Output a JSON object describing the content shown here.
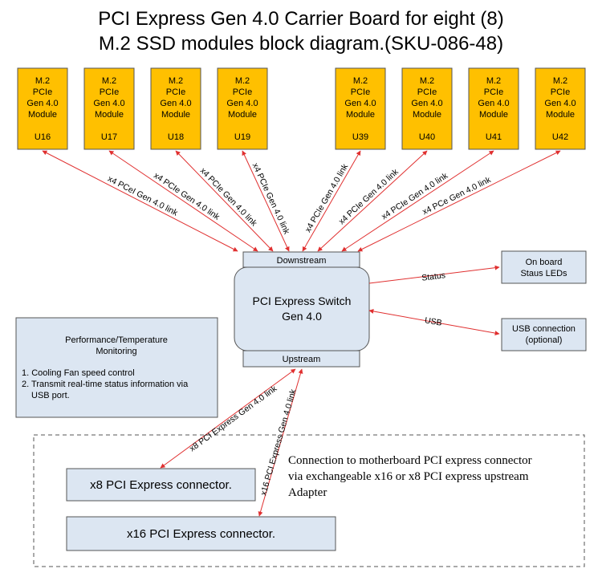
{
  "title": {
    "line1": "PCI Express Gen 4.0 Carrier Board for eight (8)",
    "line2": "M.2 SSD modules block diagram.(SKU-086-48)"
  },
  "modules": [
    {
      "lines": [
        "M.2",
        "PCIe",
        "Gen 4.0",
        "Module"
      ],
      "id": "U16",
      "link": "x4 PCeI Gen 4.0 link"
    },
    {
      "lines": [
        "M.2",
        "PCIe",
        "Gen 4.0",
        "Module"
      ],
      "id": "U17",
      "link": "x4 PCIe Gen 4.0 link"
    },
    {
      "lines": [
        "M.2",
        "PCIe",
        "Gen 4.0",
        "Module"
      ],
      "id": "U18",
      "link": "x4 PCIe Gen 4.0 link"
    },
    {
      "lines": [
        "M.2",
        "PCIe",
        "Gen 4.0",
        "Module"
      ],
      "id": "U19",
      "link": "x4 PCIe Gen 4.0 link"
    },
    {
      "lines": [
        "M.2",
        "PCIe",
        "Gen 4.0",
        "Module"
      ],
      "id": "U39",
      "link": "x4 PCIe Gen 4.0 link"
    },
    {
      "lines": [
        "M.2",
        "PCIe",
        "Gen 4.0",
        "Module"
      ],
      "id": "U40",
      "link": "x4 PCIe Gen 4.0 link"
    },
    {
      "lines": [
        "M.2",
        "PCIe",
        "Gen 4.0",
        "Module"
      ],
      "id": "U41",
      "link": "x4 PCIe Gen 4.0 link"
    },
    {
      "lines": [
        "M.2",
        "PCIe",
        "Gen 4.0",
        "Module"
      ],
      "id": "U42",
      "link": "x4 PCe Gen 4.0 link"
    }
  ],
  "switch": {
    "downstream": "Downstream",
    "upstream": "Upstream",
    "line1": "PCI Express Switch",
    "line2": "Gen 4.0"
  },
  "status_link": "Status",
  "usb_link": "USB",
  "leds_box": {
    "line1": "On board",
    "line2": "Staus LEDs"
  },
  "usb_box": {
    "line1": "USB connection",
    "line2": "(optional)"
  },
  "monitor": {
    "title1": "Performance/Temperature",
    "title2": "Monitoring",
    "item1": "1. Cooling Fan speed control",
    "item2a": "2. Transmit real-time status information via",
    "item2b": "USB port."
  },
  "upstream_links": {
    "x8": "x8 PCI Express Gen 4.0 link",
    "x16": "x16 PCI Express Gen 4.0 link"
  },
  "connectors": {
    "x8": "x8 PCI Express connector.",
    "x16": "x16 PCI Express connector."
  },
  "note": {
    "line1": "Connection to motherboard PCI express connector",
    "line2": "via exchangeable x16 or x8 PCI  express upstream",
    "line3": "Adapter"
  },
  "colors": {
    "module_fill": "#FFC000",
    "box_fill": "#DCE6F2",
    "link_color": "#E03030"
  }
}
